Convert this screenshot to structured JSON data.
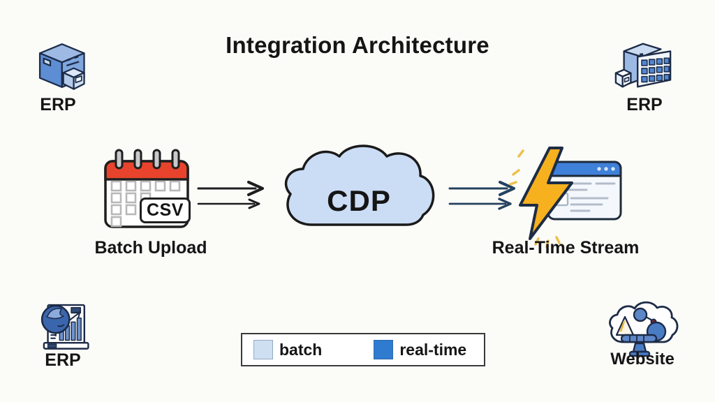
{
  "title": "Integration Architecture",
  "nodes": {
    "erp_top_left": {
      "label": "ERP",
      "icon": "erp-server-box-icon"
    },
    "erp_top_right": {
      "label": "ERP",
      "icon": "erp-building-icon"
    },
    "erp_bottom_left": {
      "label": "ERP",
      "icon": "analytics-globe-icon"
    },
    "website": {
      "label": "Website",
      "icon": "website-cloud-icon"
    },
    "batch_upload": {
      "label": "Batch Upload",
      "badge": "CSV",
      "icon": "calendar-icon"
    },
    "cdp": {
      "label": "CDP",
      "icon": "cloud-icon"
    },
    "realtime_stream": {
      "label": "Real-Time Stream",
      "icon": "lightning-browser-icon"
    }
  },
  "flows": [
    {
      "from": "Batch Upload",
      "to": "CDP",
      "style": "batch",
      "arrows": 2,
      "color": "#1d1d1f"
    },
    {
      "from": "CDP",
      "to": "Real-Time Stream",
      "style": "real-time",
      "arrows": 2,
      "color": "#24415f"
    }
  ],
  "legend": {
    "items": [
      {
        "label": "batch",
        "color": "#cfdff2"
      },
      {
        "label": "real-time",
        "color": "#2e7bd0"
      }
    ]
  },
  "colors": {
    "background": "#fbfbf8",
    "text": "#151515",
    "cloud_fill": "#cbdcf5",
    "cloud_stroke": "#1a1a1a",
    "bolt_fill": "#f7b01e",
    "calendar_header": "#e8432c",
    "browser_bar": "#3f80d8"
  }
}
